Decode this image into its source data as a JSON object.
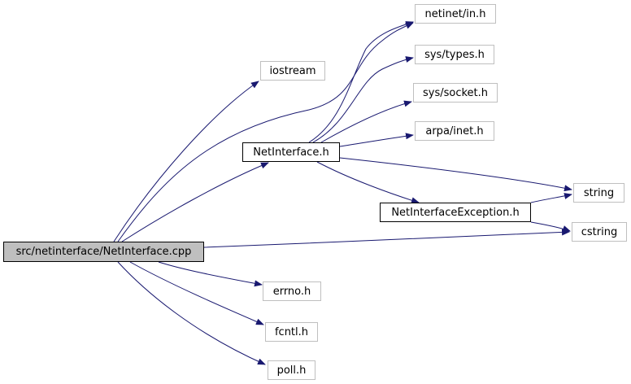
{
  "colors": {
    "edge": "#191970",
    "root_fill": "#bfbfbf",
    "external_border": "#bfbfbf",
    "local_border": "#000000"
  },
  "nodes": [
    {
      "id": "root",
      "label": "src/netinterface/NetInterface.cpp",
      "kind": "root"
    },
    {
      "id": "iostream",
      "label": "iostream",
      "kind": "external"
    },
    {
      "id": "netinet",
      "label": "netinet/in.h",
      "kind": "external"
    },
    {
      "id": "systypes",
      "label": "sys/types.h",
      "kind": "external"
    },
    {
      "id": "syssocket",
      "label": "sys/socket.h",
      "kind": "external"
    },
    {
      "id": "arpainet",
      "label": "arpa/inet.h",
      "kind": "external"
    },
    {
      "id": "netif",
      "label": "NetInterface.h",
      "kind": "local"
    },
    {
      "id": "string",
      "label": "string",
      "kind": "external"
    },
    {
      "id": "netifex",
      "label": "NetInterfaceException.h",
      "kind": "local"
    },
    {
      "id": "cstring",
      "label": "cstring",
      "kind": "external"
    },
    {
      "id": "errno",
      "label": "errno.h",
      "kind": "external"
    },
    {
      "id": "fcntl",
      "label": "fcntl.h",
      "kind": "external"
    },
    {
      "id": "poll",
      "label": "poll.h",
      "kind": "external"
    }
  ],
  "edges": [
    [
      "root",
      "iostream"
    ],
    [
      "root",
      "netinet"
    ],
    [
      "root",
      "netif"
    ],
    [
      "root",
      "cstring"
    ],
    [
      "root",
      "errno"
    ],
    [
      "root",
      "fcntl"
    ],
    [
      "root",
      "poll"
    ],
    [
      "netif",
      "netinet"
    ],
    [
      "netif",
      "systypes"
    ],
    [
      "netif",
      "syssocket"
    ],
    [
      "netif",
      "arpainet"
    ],
    [
      "netif",
      "string"
    ],
    [
      "netif",
      "netifex"
    ],
    [
      "netifex",
      "string"
    ],
    [
      "netifex",
      "cstring"
    ]
  ]
}
